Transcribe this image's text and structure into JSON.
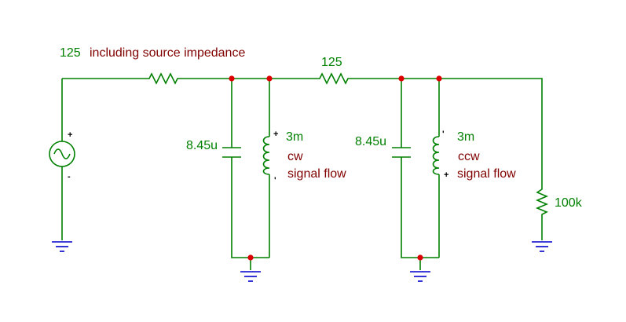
{
  "labels": {
    "source_note_value": "125",
    "source_note_text": "including source impedance",
    "series_resistor": "125",
    "cap1": "8.45u",
    "cap2": "8.45u",
    "ind1_value": "3m",
    "ind1_dir": "cw",
    "ind1_flow": "signal flow",
    "ind2_value": "3m",
    "ind2_dir": "ccw",
    "ind2_flow": "signal flow",
    "load_resistor": "100k"
  },
  "polarity": {
    "plus": "+",
    "minus": "-",
    "tick": "'"
  },
  "colors": {
    "wire": "#008000",
    "ground": "#0000cc",
    "node": "#dd0000",
    "value_text": "#008000",
    "note_text": "#800000"
  }
}
